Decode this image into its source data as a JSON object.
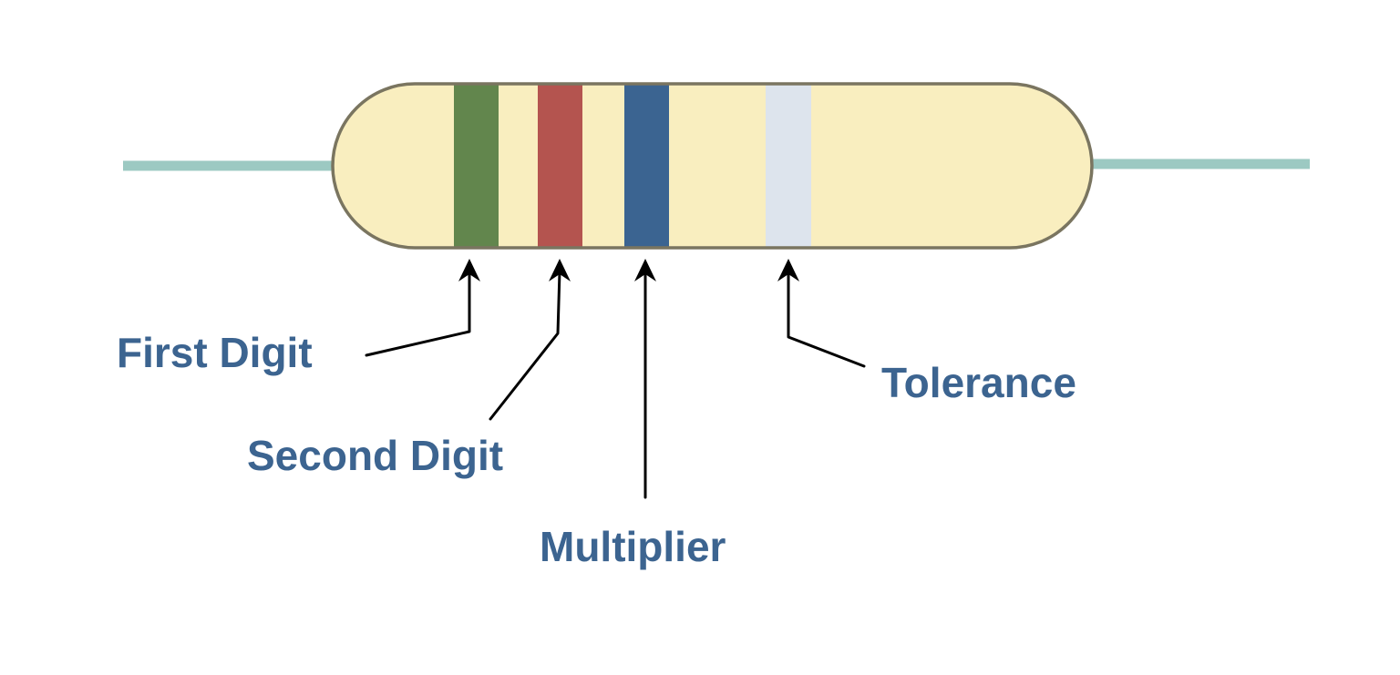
{
  "colors": {
    "lead": "#9cc9c2",
    "body_fill": "#f9eebf",
    "body_outline": "#7a7560",
    "label_text": "#3c6490",
    "arrow": "#000000"
  },
  "bands": [
    {
      "name": "first-digit",
      "color": "#62864d"
    },
    {
      "name": "second-digit",
      "color": "#b4544f"
    },
    {
      "name": "multiplier",
      "color": "#3b6491"
    },
    {
      "name": "tolerance",
      "color": "#dde4ed"
    }
  ],
  "labels": {
    "first_digit": "First Digit",
    "second_digit": "Second Digit",
    "multiplier": "Multiplier",
    "tolerance": "Tolerance"
  }
}
